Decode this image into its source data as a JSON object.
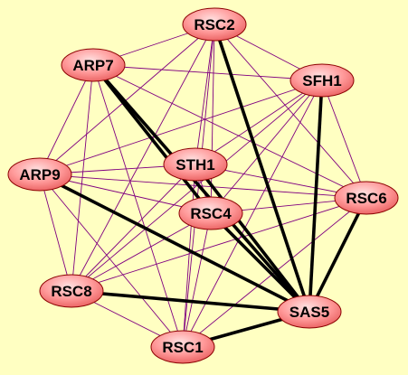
{
  "graph": {
    "nodes": [
      {
        "id": "RSC2",
        "label": "RSC2"
      },
      {
        "id": "ARP7",
        "label": "ARP7"
      },
      {
        "id": "SFH1",
        "label": "SFH1"
      },
      {
        "id": "STH1",
        "label": "STH1"
      },
      {
        "id": "ARP9",
        "label": "ARP9"
      },
      {
        "id": "RSC6",
        "label": "RSC6"
      },
      {
        "id": "RSC4",
        "label": "RSC4"
      },
      {
        "id": "RSC8",
        "label": "RSC8"
      },
      {
        "id": "SAS5",
        "label": "SAS5"
      },
      {
        "id": "RSC1",
        "label": "RSC1"
      }
    ],
    "edges_thin": [
      [
        "RSC2",
        "ARP7"
      ],
      [
        "RSC2",
        "SFH1"
      ],
      [
        "RSC2",
        "STH1"
      ],
      [
        "RSC2",
        "ARP9"
      ],
      [
        "RSC2",
        "RSC6"
      ],
      [
        "RSC2",
        "RSC4"
      ],
      [
        "RSC2",
        "RSC8"
      ],
      [
        "RSC2",
        "RSC1"
      ],
      [
        "ARP7",
        "SFH1"
      ],
      [
        "ARP7",
        "ARP9"
      ],
      [
        "ARP7",
        "RSC6"
      ],
      [
        "ARP7",
        "RSC8"
      ],
      [
        "ARP7",
        "RSC1"
      ],
      [
        "SFH1",
        "STH1"
      ],
      [
        "SFH1",
        "ARP9"
      ],
      [
        "SFH1",
        "RSC6"
      ],
      [
        "SFH1",
        "RSC4"
      ],
      [
        "SFH1",
        "RSC8"
      ],
      [
        "SFH1",
        "RSC1"
      ],
      [
        "STH1",
        "ARP9"
      ],
      [
        "STH1",
        "RSC6"
      ],
      [
        "STH1",
        "RSC8"
      ],
      [
        "STH1",
        "RSC1"
      ],
      [
        "ARP9",
        "RSC6"
      ],
      [
        "ARP9",
        "RSC4"
      ],
      [
        "ARP9",
        "RSC8"
      ],
      [
        "ARP9",
        "RSC1"
      ],
      [
        "RSC6",
        "RSC4"
      ],
      [
        "RSC6",
        "RSC8"
      ],
      [
        "RSC6",
        "RSC1"
      ],
      [
        "RSC4",
        "RSC8"
      ],
      [
        "RSC4",
        "RSC1"
      ],
      [
        "RSC8",
        "RSC1"
      ],
      [
        "STH1",
        "RSC4"
      ]
    ],
    "edges_thick": [
      [
        "ARP7",
        "RSC4"
      ],
      [
        "ARP7",
        "SAS5"
      ],
      [
        "RSC2",
        "SAS5"
      ],
      [
        "SFH1",
        "SAS5"
      ],
      [
        "RSC6",
        "SAS5"
      ],
      [
        "ARP9",
        "SAS5"
      ],
      [
        "STH1",
        "SAS5"
      ],
      [
        "RSC4",
        "SAS5"
      ],
      [
        "RSC8",
        "SAS5"
      ],
      [
        "RSC1",
        "SAS5"
      ]
    ],
    "colors": {
      "background": "#ffffc2",
      "thin_edge": "#800080",
      "thick_edge": "#000000",
      "node_fill_light": "#ffd0d0",
      "node_fill_dark": "#ee6666",
      "node_stroke": "#8b0000"
    }
  }
}
